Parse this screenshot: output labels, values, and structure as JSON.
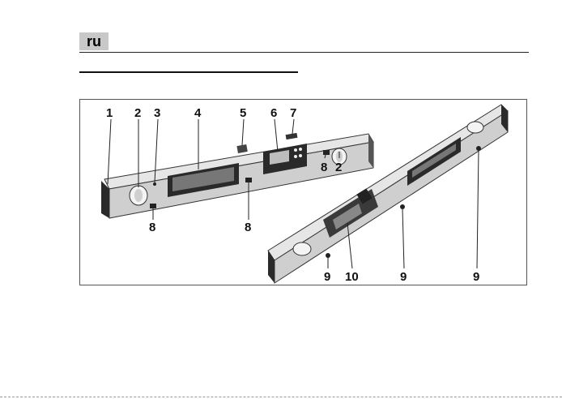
{
  "page": {
    "language_badge": "ru"
  },
  "figure": {
    "callouts": [
      "1",
      "2",
      "3",
      "4",
      "5",
      "6",
      "7",
      "8",
      "2",
      "8",
      "8",
      "9",
      "10",
      "9",
      "9"
    ]
  },
  "colors": {
    "badge_bg": "#c8c8c8",
    "tool_body": "#d2d2d2",
    "tool_dark": "#2a2a2a",
    "frame": "#555555"
  }
}
